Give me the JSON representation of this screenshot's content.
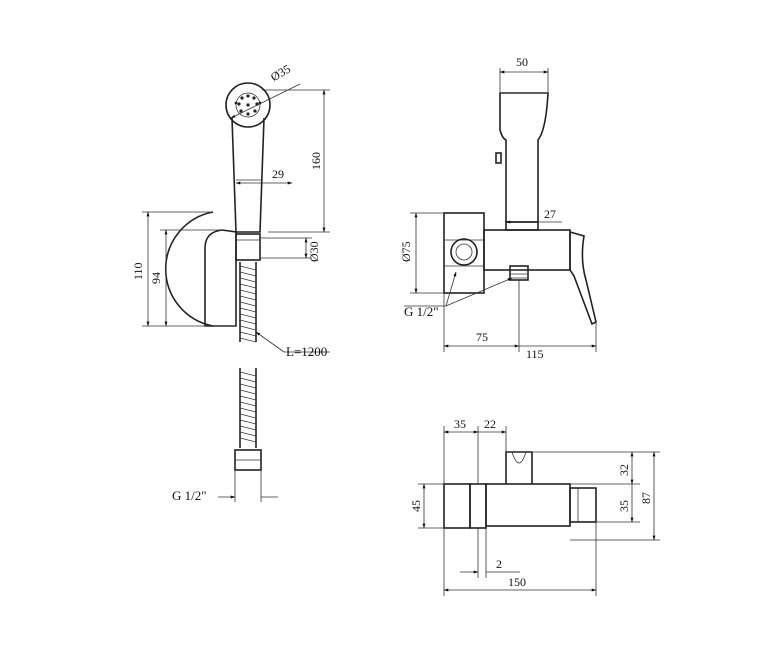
{
  "drawing": {
    "handshower": {
      "diameter_head": "Ø35",
      "height_head": "160",
      "width_handle": "29",
      "diameter_connector": "Ø30",
      "hose_length": "L=1200",
      "hose_thread": "G 1/2\"",
      "bracket_height_total": "110",
      "bracket_height": "94"
    },
    "side_view": {
      "head_width": "50",
      "spout_width": "27",
      "flange_diameter": "Ø75",
      "thread": "G 1/2\"",
      "depth_body": "75",
      "depth_total": "115"
    },
    "top_view": {
      "offset_a": "35",
      "offset_b": "22",
      "height_top": "32",
      "height_mid": "35",
      "height_total": "87",
      "flange_height": "45",
      "gap": "2",
      "width_total": "150"
    }
  }
}
